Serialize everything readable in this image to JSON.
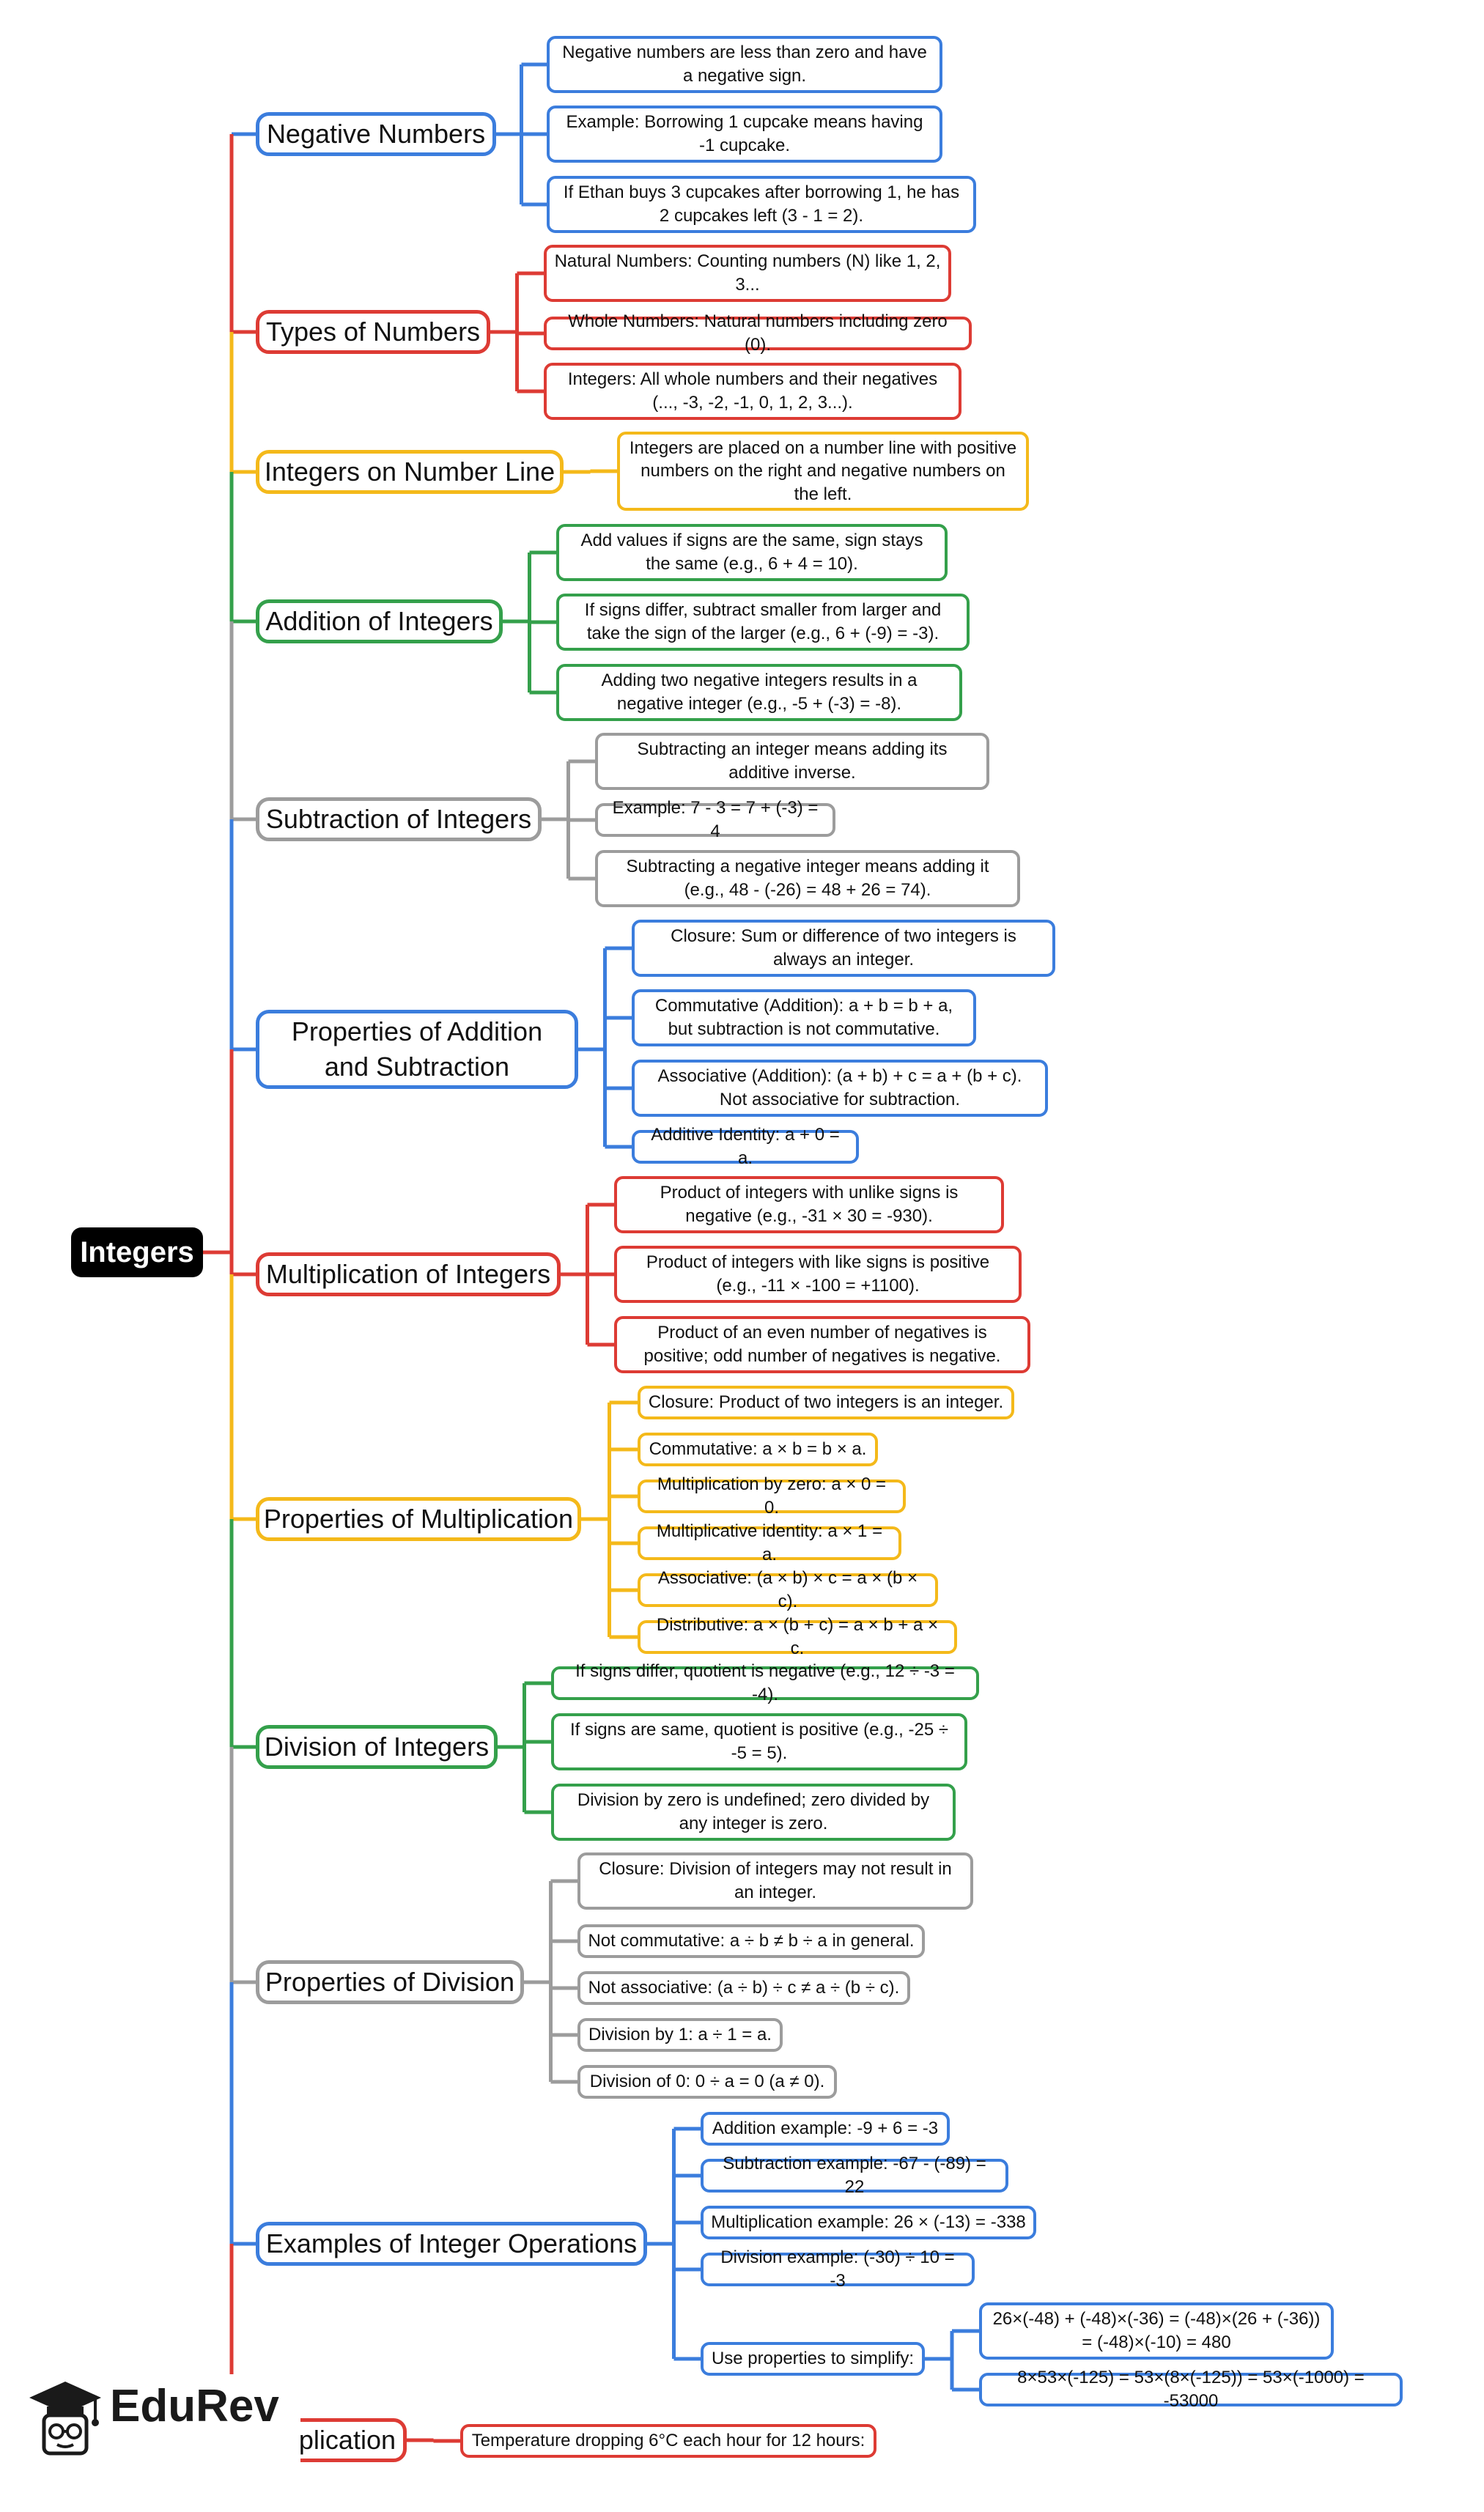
{
  "root": "Integers",
  "colors": {
    "blue": "#3b7ddd",
    "red": "#dd3b34",
    "yellow": "#f4b91a",
    "green": "#34a04b",
    "gray": "#9c9c9c"
  },
  "branches": [
    {
      "label": "Negative Numbers",
      "color": "blue",
      "leaves": [
        "Negative numbers are less than zero and have a negative sign.",
        "Example: Borrowing 1 cupcake means having -1 cupcake.",
        "If Ethan buys 3 cupcakes after borrowing 1, he has 2 cupcakes left (3 - 1 = 2)."
      ]
    },
    {
      "label": "Types of Numbers",
      "color": "red",
      "leaves": [
        "Natural Numbers: Counting numbers (N) like 1, 2, 3...",
        "Whole Numbers: Natural numbers including zero (0).",
        "Integers: All whole numbers and their negatives (..., -3, -2, -1, 0, 1, 2, 3...)."
      ]
    },
    {
      "label": "Integers on Number Line",
      "color": "yellow",
      "leaves": [
        "Integers are placed on a number line with positive numbers on the right and negative numbers on the left."
      ]
    },
    {
      "label": "Addition of Integers",
      "color": "green",
      "leaves": [
        "Add values if signs are the same, sign stays the same (e.g., 6 + 4 = 10).",
        "If signs differ, subtract smaller from larger and take the sign of the larger (e.g., 6 + (-9) = -3).",
        "Adding two negative integers results in a negative integer (e.g., -5 + (-3) = -8)."
      ]
    },
    {
      "label": "Subtraction of Integers",
      "color": "gray",
      "leaves": [
        "Subtracting an integer means adding its additive inverse.",
        "Example: 7 - 3 = 7 + (-3) = 4",
        "Subtracting a negative integer means adding it (e.g., 48 - (-26) = 48 + 26 = 74)."
      ]
    },
    {
      "label": "Properties of Addition and Subtraction",
      "color": "blue",
      "leaves": [
        "Closure: Sum or difference of two integers is always an integer.",
        "Commutative (Addition): a + b = b + a, but subtraction is not commutative.",
        "Associative (Addition): (a + b) + c = a + (b + c). Not associative for subtraction.",
        "Additive Identity: a + 0 = a."
      ]
    },
    {
      "label": "Multiplication of Integers",
      "color": "red",
      "leaves": [
        "Product of integers with unlike signs is negative (e.g., -31 × 30 = -930).",
        "Product of integers with like signs is positive (e.g., -11 × -100 = +1100).",
        "Product of an even number of negatives is positive; odd number of negatives is negative."
      ]
    },
    {
      "label": "Properties of Multiplication",
      "color": "yellow",
      "leaves": [
        "Closure: Product of two integers is an integer.",
        "Commutative: a × b = b × a.",
        "Multiplication by zero: a × 0 = 0.",
        "Multiplicative identity: a × 1 = a.",
        "Associative: (a × b) × c = a × (b × c).",
        "Distributive: a × (b + c) = a × b + a × c."
      ]
    },
    {
      "label": "Division of Integers",
      "color": "green",
      "leaves": [
        "If signs differ, quotient is negative (e.g., 12 ÷ -3 = -4).",
        "If signs are same, quotient is positive (e.g., -25 ÷ -5 = 5).",
        "Division by zero is undefined; zero divided by any integer is zero."
      ]
    },
    {
      "label": "Properties of Division",
      "color": "gray",
      "leaves": [
        "Closure: Division of integers may not result in an integer.",
        "Not commutative: a ÷ b ≠ b ÷ a in general.",
        "Not associative: (a ÷ b) ÷ c ≠ a ÷ (b ÷ c).",
        "Division by 1: a ÷ 1 = a.",
        "Division of 0: 0 ÷ a = 0 (a ≠ 0)."
      ]
    },
    {
      "label": "Examples of Integer Operations",
      "color": "blue",
      "leaves": [
        "Addition example: -9 + 6 = -3",
        "Subtraction example: -67 - (-89) = 22",
        "Multiplication example: 26 × (-13) = -338",
        "Division example: (-30) ÷ 10 = -3",
        "Use properties to simplify:"
      ],
      "subleaves": [
        "26×(-48) + (-48)×(-36) = (-48)×(26 + (-36)) = (-48)×(-10) = 480",
        "8×53×(-125) = 53×(8×(-125)) = 53×(-1000) = -53000"
      ]
    },
    {
      "label": "Real-life Application",
      "color": "red",
      "leaves": [
        "Temperature dropping 6°C each hour for 12 hours:"
      ]
    }
  ],
  "logo": {
    "text": "EduRev",
    "icon": "graduation-cap-icon"
  }
}
